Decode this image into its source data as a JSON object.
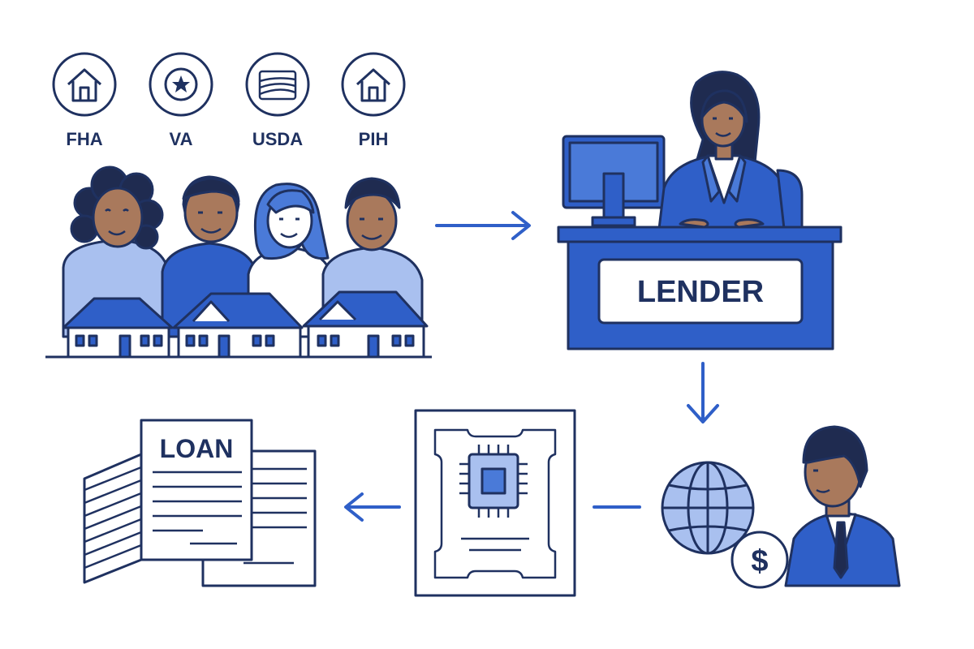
{
  "programs": [
    {
      "label": "FHA",
      "icon": "house-icon"
    },
    {
      "label": "VA",
      "icon": "star-icon"
    },
    {
      "label": "USDA",
      "icon": "farm-field-icon"
    },
    {
      "label": "PIH",
      "icon": "house-icon"
    }
  ],
  "lender": {
    "label": "LENDER"
  },
  "loan": {
    "label": "LOAN"
  },
  "investor": {
    "currency_symbol": "$"
  },
  "colors": {
    "navy": "#1f3160",
    "blue": "#2f5fc8",
    "mid_blue": "#4a7ad8",
    "light_blue": "#a9c0ef",
    "pale_blue": "#dbe5f8",
    "skin": "#a9795c",
    "hair": "#1f2b50"
  }
}
